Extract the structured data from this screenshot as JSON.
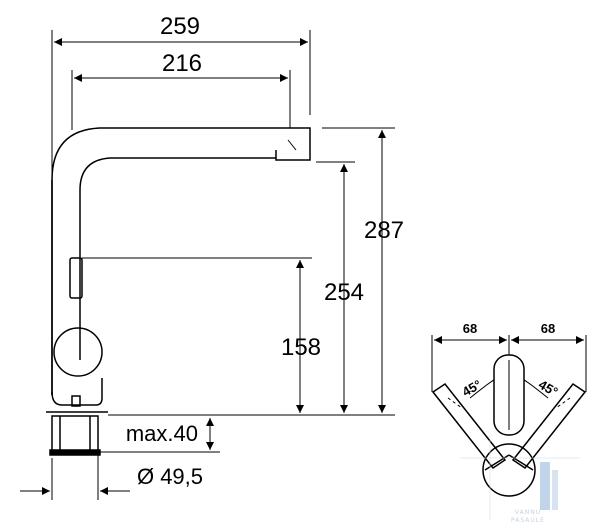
{
  "side_view": {
    "width_overall": "259",
    "reach": "216",
    "height_overall": "287",
    "height_to_outlet": "254",
    "height_to_lever": "158",
    "max_mount": "max.40",
    "hole_diameter": "Ø 49,5"
  },
  "top_view": {
    "left_width": "68",
    "right_width": "68",
    "left_angle": "45°",
    "right_angle": "45°"
  },
  "watermark": {
    "line1": "VANNU",
    "line2": "PASAULE"
  }
}
